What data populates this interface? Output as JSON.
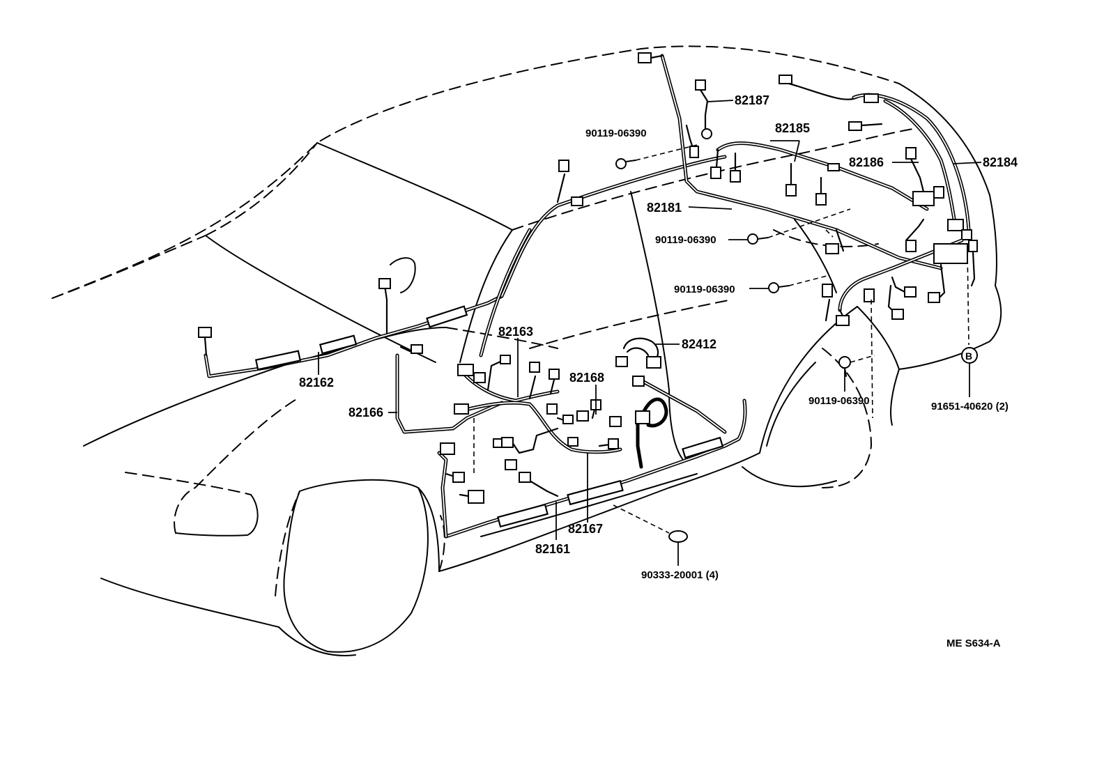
{
  "callouts": {
    "p82187": "82187",
    "p82185": "82185",
    "p82186": "82186",
    "p82184": "82184",
    "p82181": "82181",
    "bolt_roof": "90119-06390",
    "bolt_mid": "90119-06390",
    "bolt_low": "90119-06390",
    "bolt_wheel": "90119-06390",
    "p82412": "82412",
    "p82163": "82163",
    "p82168": "82168",
    "p82162": "82162",
    "p82166": "82166",
    "p82167": "82167",
    "p82161": "82161",
    "clip_floor": "90333-20001 (4)",
    "clip_b": "91651-40620 (2)",
    "ref_b": "B"
  },
  "drawing_code": "ME S634-A"
}
